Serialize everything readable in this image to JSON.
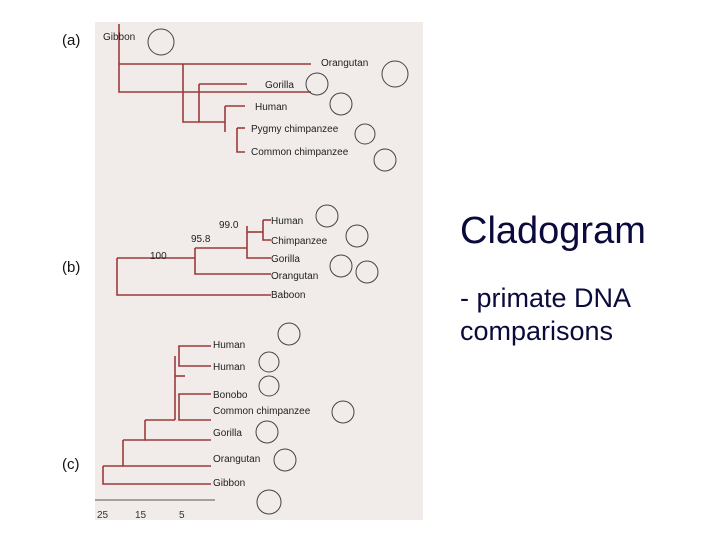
{
  "slide": {
    "title": "Cladogram",
    "subtitle_line1": "- primate DNA",
    "subtitle_line2": "comparisons"
  },
  "panels": {
    "a": {
      "label": "(a)",
      "taxa": [
        "Gibbon",
        "Orangutan",
        "Gorilla",
        "Human",
        "Pygmy chimpanzee",
        "Common chimpanzee"
      ]
    },
    "b": {
      "label": "(b)",
      "taxa": [
        "Human",
        "Chimpanzee",
        "Gorilla",
        "Orangutan",
        "Baboon"
      ],
      "node_values": [
        "99.0",
        "95.8",
        "100"
      ]
    },
    "c": {
      "label": "(c)",
      "taxa": [
        "Human",
        "Human",
        "Bonobo",
        "Common chimpanzee",
        "Gorilla",
        "Orangutan",
        "Gibbon"
      ],
      "axis_ticks": [
        "25",
        "15",
        "5"
      ]
    }
  },
  "colors": {
    "branch": "#9c3a3a",
    "paper": "#f1ecea",
    "text": "#0a0a3c"
  }
}
